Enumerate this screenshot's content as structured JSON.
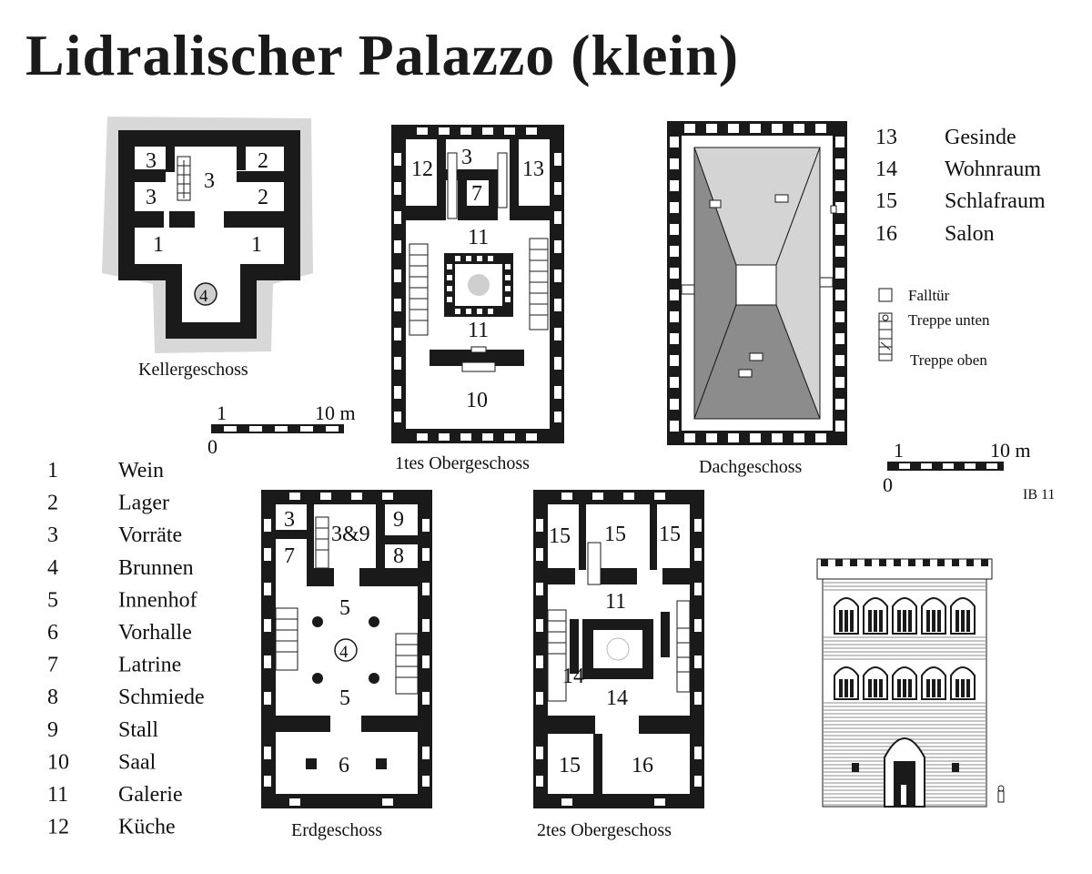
{
  "title": "Lidralischer Palazzo (klein)",
  "plans": {
    "keller": "Kellergeschoss",
    "og1": "1tes Obergeschoss",
    "dach": "Dachgeschoss",
    "erd": "Erdgeschoss",
    "og2": "2tes Obergeschoss"
  },
  "rooms": {
    "keller": [
      "3",
      "3",
      "3",
      "2",
      "2",
      "1",
      "1",
      "4"
    ],
    "og1": [
      "3",
      "12",
      "13",
      "7",
      "11",
      "11",
      "10"
    ],
    "erd": [
      "3",
      "3&9",
      "9",
      "7",
      "8",
      "5",
      "4",
      "5",
      "6"
    ],
    "og2": [
      "15",
      "15",
      "15",
      "11",
      "14",
      "14",
      "15",
      "16"
    ]
  },
  "legend_left": [
    {
      "num": "1",
      "name": "Wein"
    },
    {
      "num": "2",
      "name": "Lager"
    },
    {
      "num": "3",
      "name": "Vorräte"
    },
    {
      "num": "4",
      "name": "Brunnen"
    },
    {
      "num": "5",
      "name": "Innenhof"
    },
    {
      "num": "6",
      "name": "Vorhalle"
    },
    {
      "num": "7",
      "name": "Latrine"
    },
    {
      "num": "8",
      "name": "Schmiede"
    },
    {
      "num": "9",
      "name": "Stall"
    },
    {
      "num": "10",
      "name": "Saal"
    },
    {
      "num": "11",
      "name": "Galerie"
    },
    {
      "num": "12",
      "name": "Küche"
    }
  ],
  "legend_right": [
    {
      "num": "13",
      "name": "Gesinde"
    },
    {
      "num": "14",
      "name": "Wohnraum"
    },
    {
      "num": "15",
      "name": "Schlafraum"
    },
    {
      "num": "16",
      "name": "Salon"
    }
  ],
  "symbols": {
    "falltuer": "Falltür",
    "treppe_unten": "Treppe unten",
    "treppe_oben": "Treppe oben"
  },
  "scale": {
    "a": "1",
    "b": "10 m",
    "zero": "0"
  },
  "signature": "IB 11",
  "colors": {
    "wall": "#1a1a1a",
    "paper": "#ffffff",
    "terrain": "#d8d8d8",
    "roof_light": "#d4d4d4",
    "roof_dark": "#8c8c8c",
    "well": "#cfcfcf"
  }
}
